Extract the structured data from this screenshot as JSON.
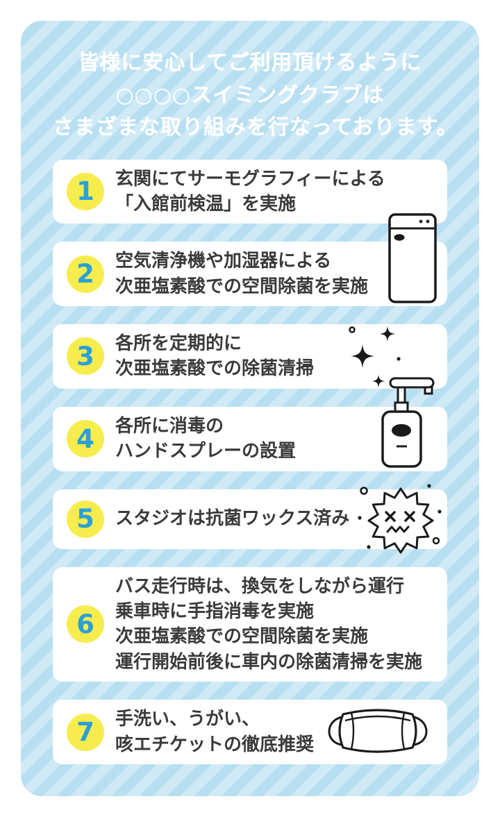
{
  "poster": {
    "header": {
      "line1": "皆様に安心してご利用頂けるように",
      "line2": "○○○○スイミングクラブは",
      "line3": "さまざまな取り組みを行なっております。"
    },
    "items": [
      {
        "number": "1",
        "lines": [
          "玄関にてサーモグラフィーによる",
          "「入館前検温」を実施"
        ],
        "icon": null
      },
      {
        "number": "2",
        "lines": [
          "空気清浄機や加湿器による",
          "次亜塩素酸での空間除菌を実施"
        ],
        "icon": "air-purifier-icon"
      },
      {
        "number": "3",
        "lines": [
          "各所を定期的に",
          "次亜塩素酸での除菌清掃"
        ],
        "icon": "sparkles-icon"
      },
      {
        "number": "4",
        "lines": [
          "各所に消毒の",
          "ハンドスプレーの設置"
        ],
        "icon": "spray-bottle-icon"
      },
      {
        "number": "5",
        "lines": [
          "スタジオは抗菌ワックス済み"
        ],
        "icon": "germ-icon"
      },
      {
        "number": "6",
        "lines": [
          "バス走行時は、換気をしながら運行",
          "乗車時に手指消毒を実施",
          "次亜塩素酸での空間除菌を実施",
          "運行開始前後に車内の除菌清掃を実施"
        ],
        "icon": null
      },
      {
        "number": "7",
        "lines": [
          "手洗い、うがい、",
          "咳エチケットの徹底推奨"
        ],
        "icon": "mask-icon"
      }
    ],
    "colors": {
      "page_bg": "#ffffff",
      "stripe_light": "#cfeaf6",
      "stripe_dark": "#b7dff1",
      "card_bg": "#ffffff",
      "badge_bg": "#f7ec4e",
      "badge_text": "#29a0d8",
      "body_text": "#3a3a3a",
      "header_text": "#ffffff",
      "icon_line": "#1a1a1a"
    }
  }
}
